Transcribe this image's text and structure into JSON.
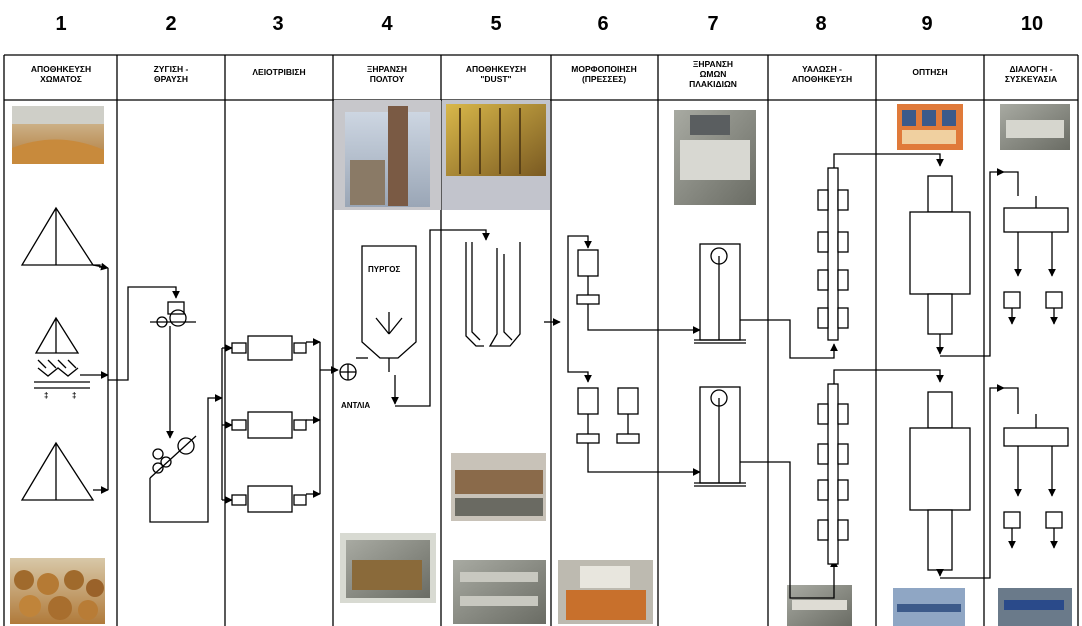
{
  "stages": [
    {
      "number": "1",
      "title": [
        "ΑΠΟΘΗΚΕΥΣΗ",
        "ΧΩΜΑΤΟΣ"
      ]
    },
    {
      "number": "2",
      "title": [
        "ΖΥΓΙΣΗ -",
        "ΘΡΑΥΣΗ"
      ]
    },
    {
      "number": "3",
      "title": [
        "ΛΕΙΟΤΡΙΒΙΣΗ"
      ]
    },
    {
      "number": "4",
      "title": [
        "ΞΗΡΑΝΣΗ",
        "ΠΟΛΤΟΥ"
      ]
    },
    {
      "number": "5",
      "title": [
        "ΑΠΟΘΗΚΕΥΣΗ",
        "\"DUST\""
      ]
    },
    {
      "number": "6",
      "title": [
        "ΜΟΡΦΟΠΟΙΗΣΗ",
        "(ΠΡΕΣΣΕΣ)"
      ]
    },
    {
      "number": "7",
      "title": [
        "ΞΗΡΑΝΣΗ",
        "ΩΜΩΝ",
        "ΠΛΑΚΙΔΙΩΝ"
      ]
    },
    {
      "number": "8",
      "title": [
        "ΥΑΛΩΣΗ -",
        "ΑΠΟΘΗΚΕΥΣΗ"
      ]
    },
    {
      "number": "9",
      "title": [
        "ΟΠΤΗΣΗ"
      ]
    },
    {
      "number": "10",
      "title": [
        "ΔΙΑΛΟΓΗ -",
        "ΣΥΣΚΕΥΑΣΙΑ"
      ]
    }
  ],
  "labels": {
    "tower": "ΠΥΡΓΟΣ",
    "pump": "ΑΝΤΛΙΑ"
  },
  "colors": {
    "line": "#000000",
    "photo_sky": "#b9c6d6",
    "photo_warm": "#c89a5a",
    "photo_industrial": "#8c8c84"
  }
}
